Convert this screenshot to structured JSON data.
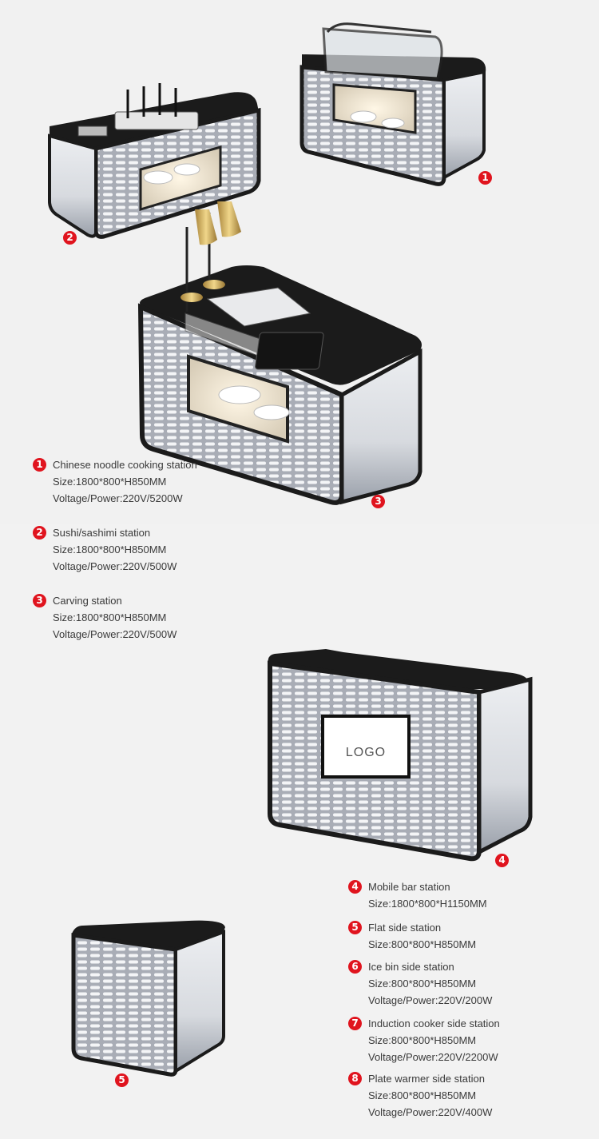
{
  "colors": {
    "accent": "#e0141e",
    "counter_black": "#1b1b1b",
    "panel_gray": "#c9ccd2",
    "brass": "#c9a656"
  },
  "markers": {
    "m1": "1",
    "m2": "2",
    "m3": "3",
    "m4": "4",
    "m5": "5"
  },
  "logo_text": "LOGO",
  "stations": [
    {
      "num": "1",
      "name": "Chinese noodle cooking station",
      "size": "Size:1800*800*H850MM",
      "power": "Voltage/Power:220V/5200W"
    },
    {
      "num": "2",
      "name": "Sushi/sashimi station",
      "size": "Size:1800*800*H850MM",
      "power": "Voltage/Power:220V/500W"
    },
    {
      "num": "3",
      "name": "Carving station",
      "size": "Size:1800*800*H850MM",
      "power": "Voltage/Power:220V/500W"
    },
    {
      "num": "4",
      "name": "Mobile bar station",
      "size": "Size:1800*800*H1150MM"
    },
    {
      "num": "5",
      "name": "Flat side station",
      "size": "Size:800*800*H850MM"
    },
    {
      "num": "6",
      "name": "Ice bin side station",
      "size": "Size:800*800*H850MM",
      "power": "Voltage/Power:220V/200W"
    },
    {
      "num": "7",
      "name": "Induction cooker side station",
      "size": "Size:800*800*H850MM",
      "power": "Voltage/Power:220V/2200W"
    },
    {
      "num": "8",
      "name": "Plate warmer side station",
      "size": "Size:800*800*H850MM",
      "power": "Voltage/Power:220V/400W"
    }
  ]
}
